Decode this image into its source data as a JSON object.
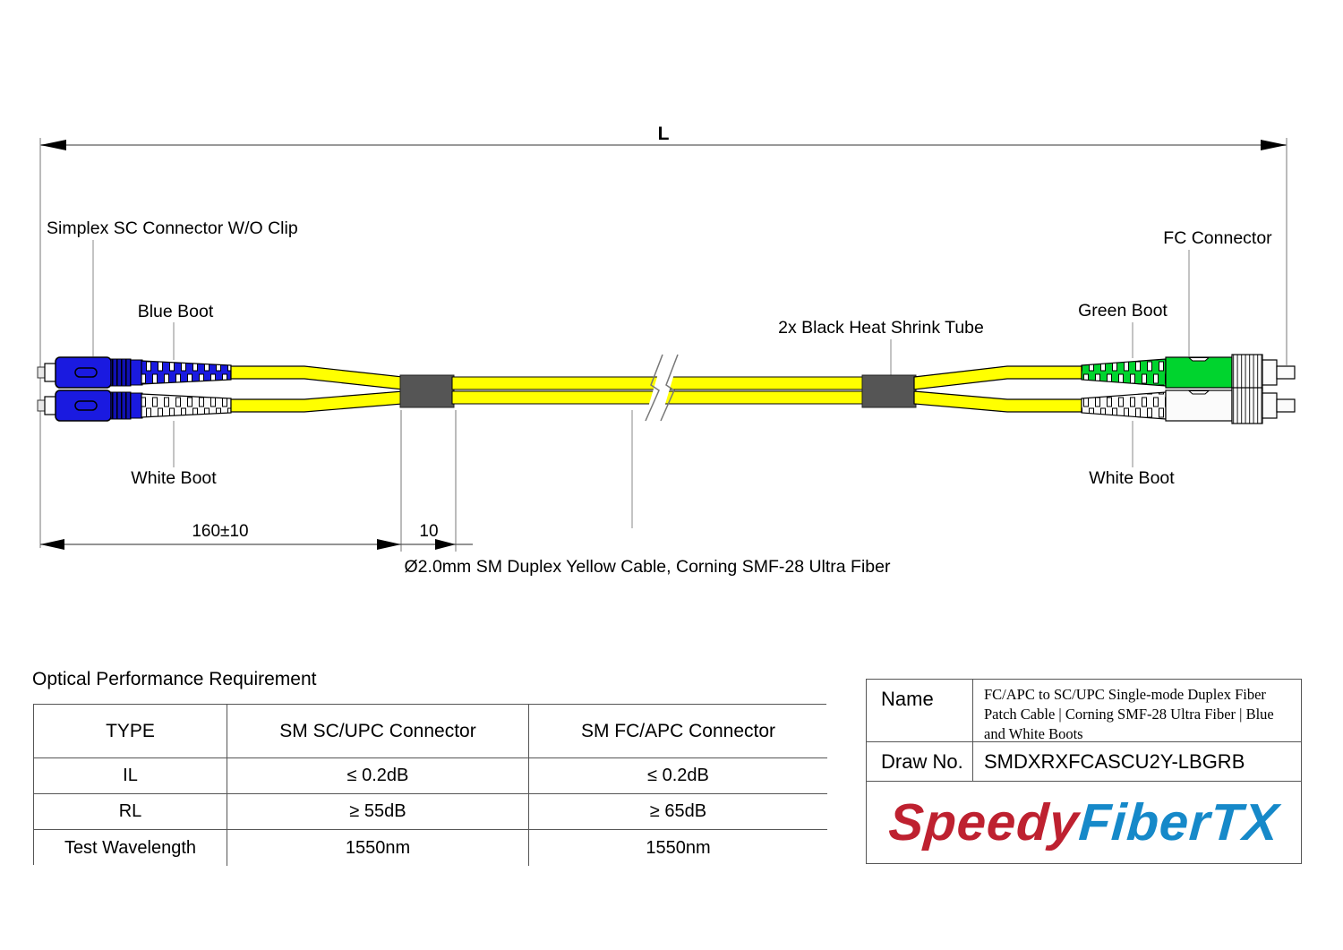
{
  "diagram": {
    "length_label": "L",
    "labels": {
      "sc_connector": "Simplex SC Connector W/O Clip",
      "blue_boot": "Blue Boot",
      "white_boot_left": "White Boot",
      "heat_shrink": "2x Black Heat Shrink Tube",
      "green_boot": "Green Boot",
      "fc_connector": "FC Connector",
      "white_boot_right": "White Boot"
    },
    "dimensions": {
      "left_connector_length": "160±10",
      "heat_shrink_length": "10"
    },
    "cable_caption": "Ø2.0mm SM Duplex Yellow Cable, Corning SMF-28 Ultra Fiber",
    "colors": {
      "cable_yellow": "#FFFF00",
      "connector_blue": "#1A1AE0",
      "connector_dark_blue": "#1010B4",
      "boot_green": "#00D42E",
      "boot_white": "#FBFBFB",
      "heat_shrink_gray": "#555555"
    }
  },
  "performance_table": {
    "title": "Optical Performance Requirement",
    "headers": [
      "TYPE",
      "SM SC/UPC Connector",
      "SM FC/APC Connector"
    ],
    "rows": [
      [
        "IL",
        "≤ 0.2dB",
        "≤ 0.2dB"
      ],
      [
        "RL",
        "≥ 55dB",
        "≥ 65dB"
      ],
      [
        "Test Wavelength",
        "1550nm",
        "1550nm"
      ]
    ]
  },
  "title_block": {
    "name_label": "Name",
    "name_value": "FC/APC to SC/UPC Single-mode Duplex Fiber Patch Cable | Corning SMF-28 Ultra Fiber | Blue and White Boots",
    "draw_no_label": "Draw No.",
    "draw_no_value": "SMDXRXFCASCU2Y-LBGRB",
    "logo": {
      "part1": "Speedy",
      "part2": "FiberTX",
      "color_part1": "#BE2130",
      "color_part2": "#1689C9"
    }
  }
}
